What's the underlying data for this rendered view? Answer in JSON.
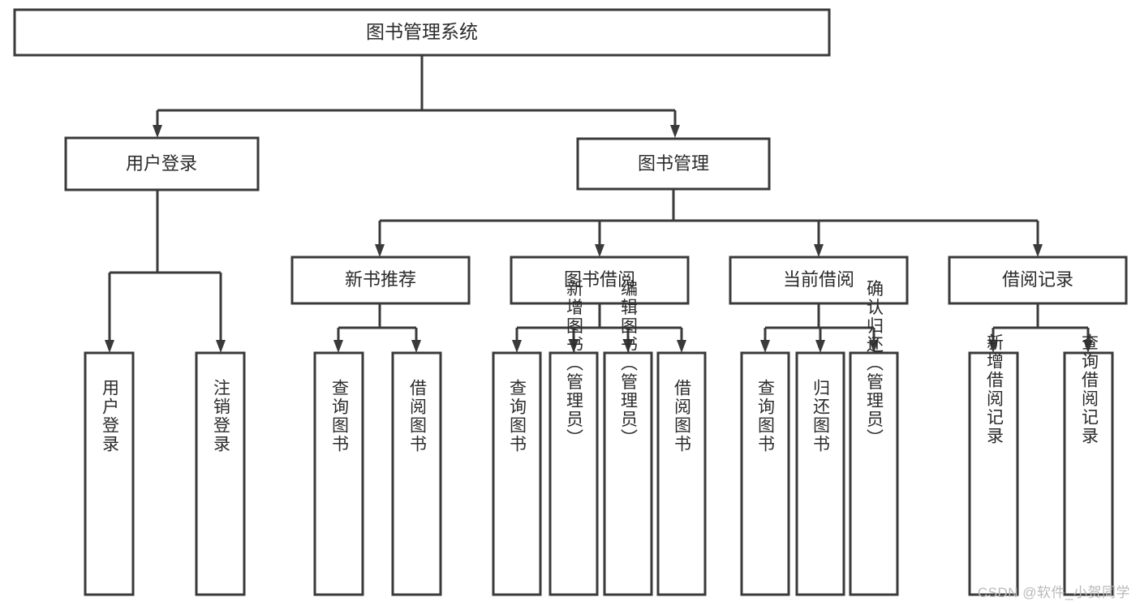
{
  "diagram": {
    "type": "tree",
    "title": "图书管理系统",
    "orientation": "top-down",
    "colors": {
      "box_stroke": "#3a3a3a",
      "box_fill": "#ffffff",
      "text": "#2b2b2b",
      "background": "#ffffff",
      "watermark": "#b9b9b9"
    },
    "root": {
      "label": "图书管理系统"
    },
    "level2": [
      {
        "label": "用户登录"
      },
      {
        "label": "图书管理"
      }
    ],
    "level3": [
      {
        "label": "新书推荐"
      },
      {
        "label": "图书借阅"
      },
      {
        "label": "当前借阅"
      },
      {
        "label": "借阅记录"
      }
    ],
    "leaves": {
      "user_login": [
        {
          "label": "用户登录"
        },
        {
          "label": "注销登录"
        }
      ],
      "new_book_recommend": [
        {
          "label": "查询图书"
        },
        {
          "label": "借阅图书"
        }
      ],
      "book_borrow": [
        {
          "label": "查询图书"
        },
        {
          "label": "新增图书（管理员）"
        },
        {
          "label": "编辑图书（管理员）"
        },
        {
          "label": "借阅图书"
        }
      ],
      "current_borrow": [
        {
          "label": "查询图书"
        },
        {
          "label": "归还图书"
        },
        {
          "label": "确认归还（管理员）"
        }
      ],
      "borrow_records": [
        {
          "label": "新增借阅记录"
        },
        {
          "label": "查询借阅记录"
        }
      ]
    }
  },
  "watermark": {
    "text": "CSDN @软件_小贺同学"
  }
}
